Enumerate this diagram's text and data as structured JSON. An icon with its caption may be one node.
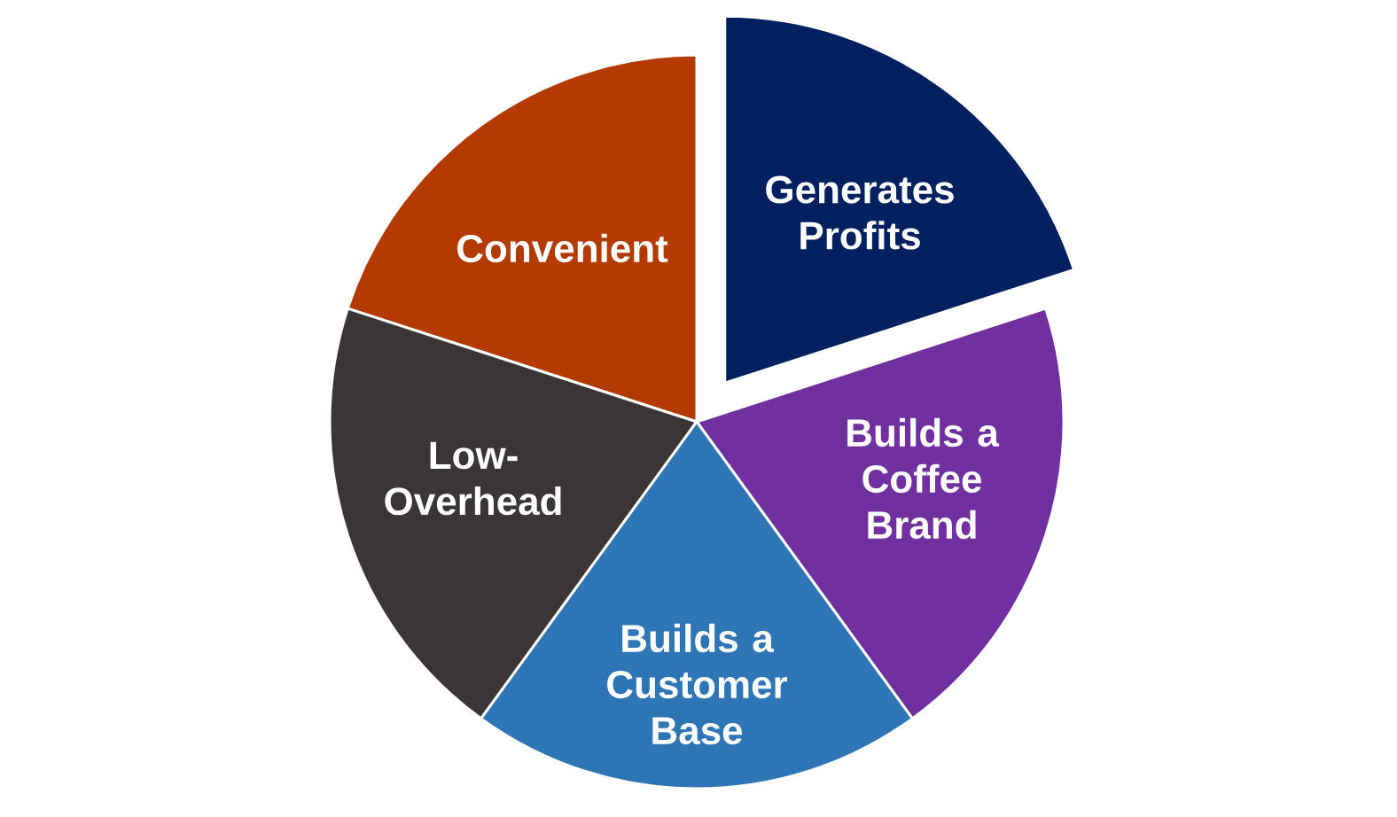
{
  "diagram": {
    "nodes": [
      {
        "text": [
          "Generates Profits"
        ]
      },
      {
        "text": [
          "Convenient"
        ]
      },
      {
        "text": [
          "Builds a Coffee Brand"
        ]
      },
      {
        "text": [
          "Low-Overhead"
        ]
      },
      {
        "text": [
          "Builds a Customer Base"
        ]
      }
    ]
  }
}
